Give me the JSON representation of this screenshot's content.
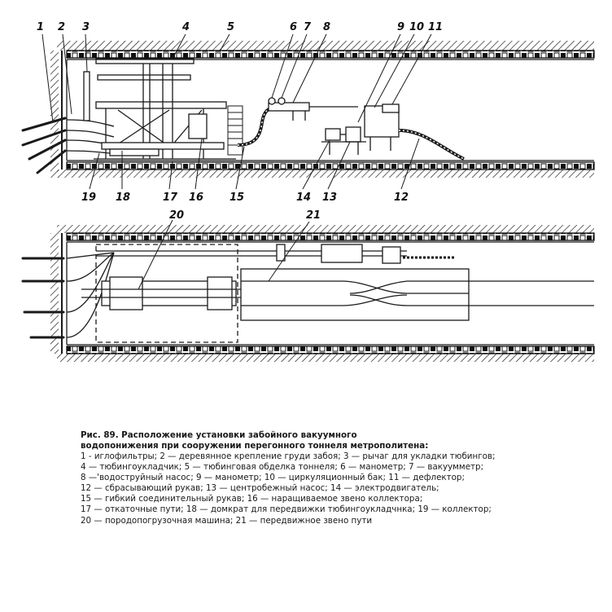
{
  "figure": {
    "top_view_labels": [
      "1",
      "2",
      "3",
      "4",
      "5",
      "6",
      "7",
      "8",
      "9",
      "10",
      "11",
      "19",
      "18",
      "17",
      "16",
      "15",
      "14",
      "13",
      "12"
    ],
    "plan_view_labels": [
      "20",
      "21"
    ]
  },
  "caption": {
    "title_lines": [
      "Рис. 89. Расположение установки забойного вакуумного",
      "водопонижения при сооружении перегонного тоннеля метрополитена:"
    ],
    "legend_lines": [
      "1 - иглофильтры; 2 — деревянное крепление груди забоя; 3 — рычаг для укладки тюбингов;",
      "4 — тюбингоукладчик; 5 — тюбинговая обделка тоннеля; 6 — манометр; 7 — вакуумметр;",
      "8 —'водоструйный насос; 9 — манометр; 10 — циркуляционный бак; 11 — дефлектор;",
      "12 — сбрасывающий рукав; 13 — центробежный насос; 14 — электродвигатель;",
      "15 — гибкий соединительный рукав; 16 — наращиваемое звено коллектора;",
      "17 — откаточные пути; 18 — домкрат для передвижки тюбингоукладчнка; 19 — коллектор;",
      "20 — породопогрузочная машина; 21 — передвижное звено пути"
    ]
  },
  "colors": {
    "ink": "#1a1a1a",
    "background": "#ffffff"
  }
}
